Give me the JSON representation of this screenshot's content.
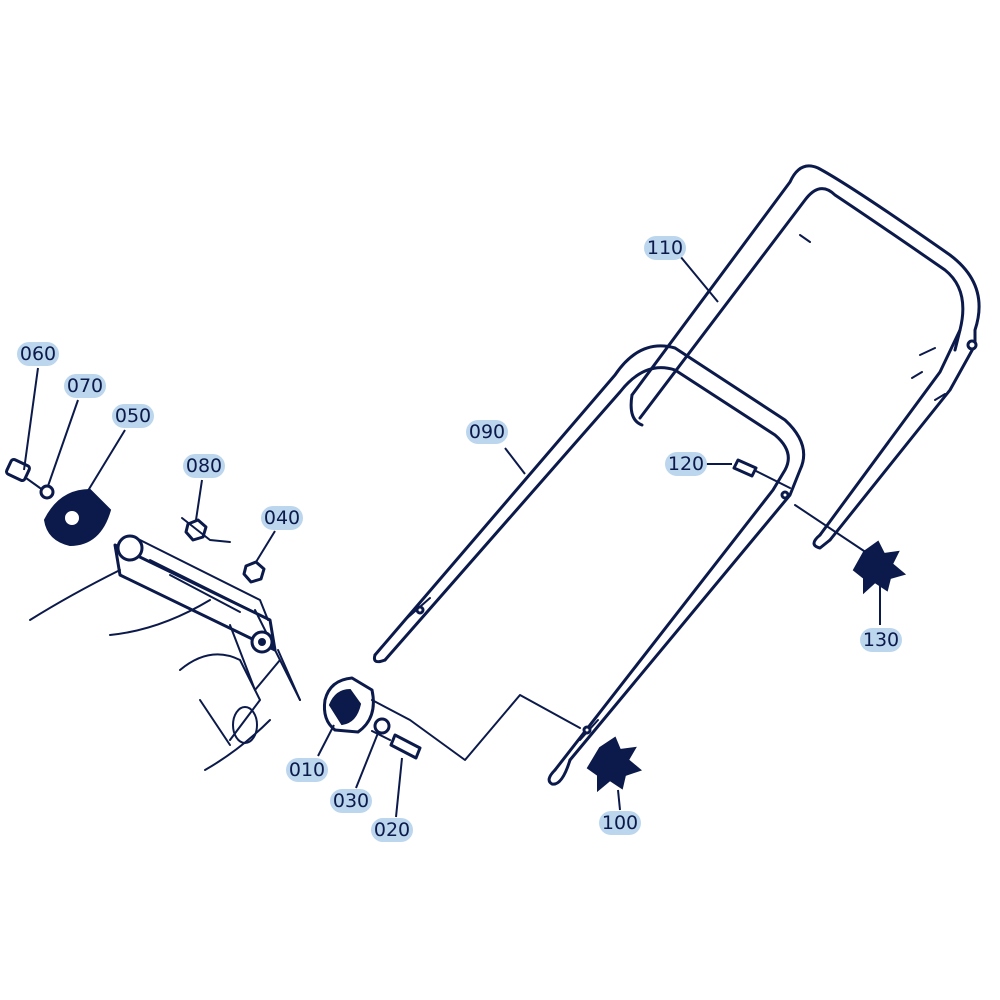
{
  "diagram": {
    "labels": {
      "p010": "010",
      "p020": "020",
      "p030": "030",
      "p040": "040",
      "p050": "050",
      "p060": "060",
      "p070": "070",
      "p080": "080",
      "p090": "090",
      "p100": "100",
      "p110": "110",
      "p120": "120",
      "p130": "130"
    },
    "colors": {
      "line": "#0b1a4a",
      "label_highlight": "#bcd6ee",
      "background": "#ffffff"
    }
  }
}
